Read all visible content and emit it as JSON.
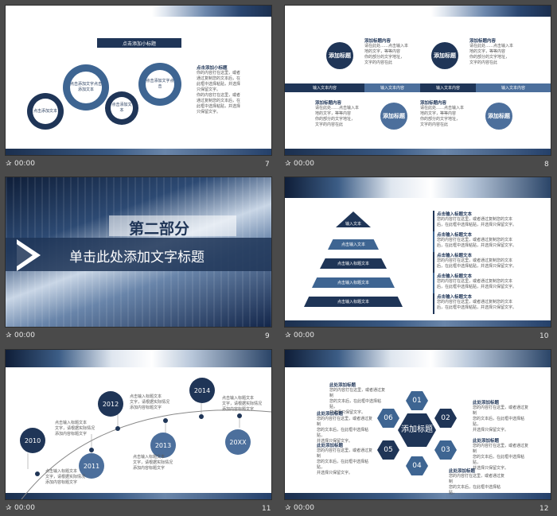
{
  "footer_time": "00:00",
  "slides": [
    {
      "number": "7",
      "header": "点击添加小标题",
      "gears": [
        "点击添加文本",
        "点击添加文字点击添加文本",
        "点击添加文本",
        "点击添加文字点击"
      ],
      "side_title": "点击添加小标题",
      "side_lines": [
        "你的内容打在这里，或者",
        "通过复制您的文本后，在",
        "此框中选择粘贴，并选择",
        "只保留文字。",
        "你的内容打在这里，或者",
        "通过复制您的文本后，在",
        "此框中选择粘贴，并选择",
        "只保留文字。"
      ]
    },
    {
      "number": "8",
      "circles": [
        "添加标题",
        "添加标题",
        "添加标题",
        "添加标题"
      ],
      "bars": [
        "输入文本内容",
        "输入文本内容",
        "输入文本内容",
        "输入文本内容"
      ],
      "item_title": "添加标题内容",
      "item_lines": [
        "请在此处……点击输入本",
        "地的文字，等等内容",
        "你的部分的文字地址，",
        "文字的内容在此"
      ]
    },
    {
      "number": "9",
      "part": "第二部分",
      "title": "单击此处添加文字标题"
    },
    {
      "number": "10",
      "pyramid": [
        "输入文本",
        "点击输入文本",
        "点击输入标题文本",
        "点击输入标题文本",
        "点击输入标题文本"
      ],
      "items": [
        {
          "title": "点击输入标题文本",
          "lines": [
            "您的内容打在这里，或者通过复制您的文本",
            "后，在此框中选择粘贴，并选择只保留文字。"
          ]
        },
        {
          "title": "点击输入标题文本",
          "lines": [
            "您的内容打在这里，或者通过复制您的文本",
            "后，在此框中选择粘贴，并选择只保留文字。"
          ]
        },
        {
          "title": "点击输入标题文本",
          "lines": [
            "您的内容打在这里，或者通过复制您的文本",
            "后，在此框中选择粘贴，并选择只保留文字。"
          ]
        },
        {
          "title": "点击输入标题文本",
          "lines": [
            "您的内容打在这里，或者通过复制您的文本",
            "后，在此框中选择粘贴，并选择只保留文字。"
          ]
        },
        {
          "title": "点击输入标题文本",
          "lines": [
            "您的内容打在这里，或者通过复制您的文本",
            "后，在此框中选择粘贴，并选择只保留文字。"
          ]
        }
      ]
    },
    {
      "number": "11",
      "years": [
        "2010",
        "2011",
        "2012",
        "2013",
        "2014",
        "20XX"
      ],
      "note_lines": [
        "点击输入标题文本",
        "文字，请根据实际情况",
        "添加内容标题文字"
      ]
    },
    {
      "number": "12",
      "center": "添加标题",
      "hexes": [
        "01",
        "02",
        "03",
        "04",
        "05",
        "06"
      ],
      "item_title": "此处添加标题",
      "item_lines": [
        "您的内容打在这里，或者通过复制",
        "您的文本后，在此框中选择粘贴，",
        "并选择只保留文字。"
      ]
    }
  ]
}
